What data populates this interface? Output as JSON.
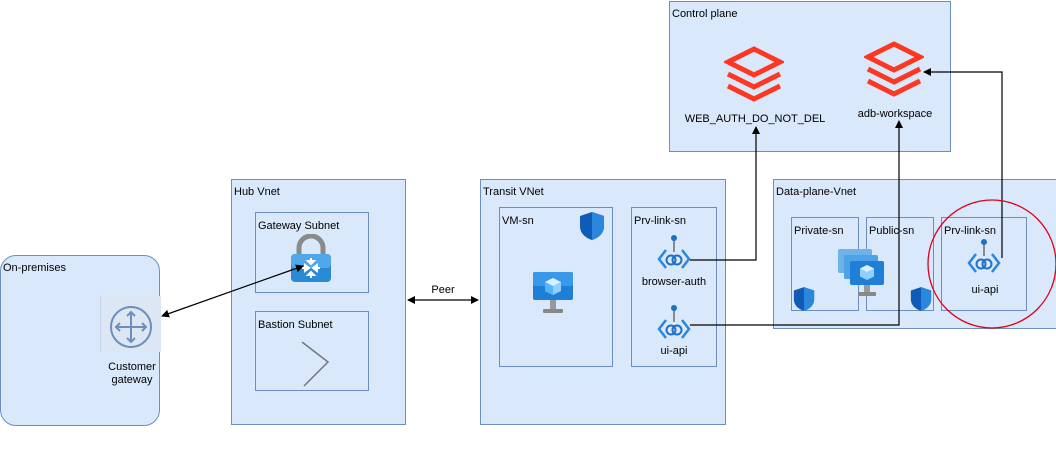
{
  "control_plane": {
    "title": "Control plane",
    "web_auth_label": "WEB_AUTH_DO_NOT_DEL",
    "workspace_label": "adb-workspace"
  },
  "onprem": {
    "title": "On-premises",
    "gateway_label_line1": "Customer",
    "gateway_label_line2": "gateway"
  },
  "hub_vnet": {
    "title": "Hub Vnet",
    "gateway_subnet": "Gateway Subnet",
    "bastion_subnet": "Bastion Subnet"
  },
  "peer_label": "Peer",
  "transit_vnet": {
    "title": "Transit VNet",
    "vm_subnet": "VM-sn",
    "prv_link_subnet": "Prv-link-sn",
    "browser_auth_label": "browser-auth",
    "ui_api_label": "ui-api"
  },
  "data_plane_vnet": {
    "title": "Data-plane-Vnet",
    "private_subnet": "Private-sn",
    "public_subnet": "Public-sn",
    "prv_link_subnet": "Prv-link-sn",
    "ui_api_label": "ui-api"
  },
  "colors": {
    "container_fill": "#dae8fc",
    "container_stroke": "#6c8ebf",
    "databricks_red": "#ff3621",
    "highlight_circle": "#e0001b",
    "azure_blue": "#0078d4"
  }
}
